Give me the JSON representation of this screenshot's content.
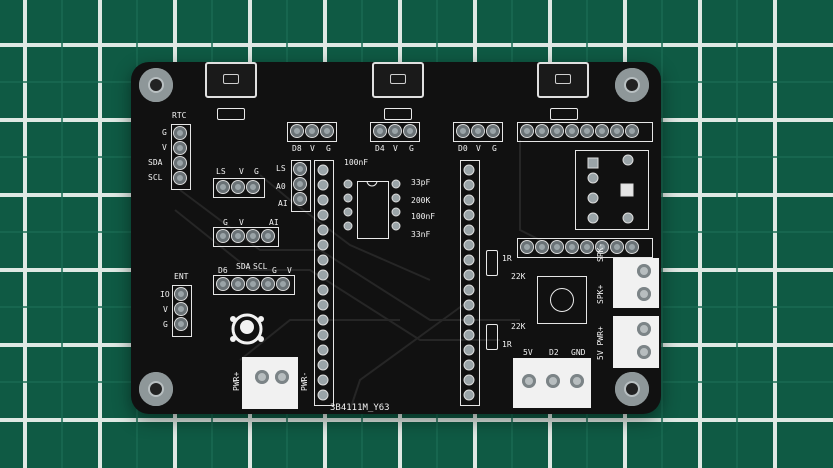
{
  "labels": {
    "rtc": "RTC",
    "rtc_g": "G",
    "rtc_v": "V",
    "rtc_sda": "SDA",
    "rtc_scl": "SCL",
    "ls_a": "LS",
    "ls_v": "V",
    "ls_g": "G",
    "ls_b": "LS",
    "a0": "A0",
    "ai": "AI",
    "g": "G",
    "v": "V",
    "ai2": "AI",
    "d6": "D6",
    "sda": "SDA",
    "scl": "SCL",
    "d8": "D8",
    "d4": "D4",
    "d0": "D0",
    "cap1": "100nF",
    "cap2": "33pF",
    "res1": "200K",
    "cap3": "100nF",
    "cap4": "33nF",
    "res_1r": "1R",
    "res_22k_a": "22K",
    "res_22k_b": "22K",
    "res_1r_b": "1R",
    "ent": "ENT",
    "ent_io": "IO",
    "ent_v": "V",
    "ent_g": "G",
    "pwr_plus": "PWR+",
    "pwr_minus": "PWR-",
    "spk_minus": "SPK-",
    "spk_plus": "SPK+",
    "power_5v": "5V",
    "power_d2": "D2",
    "power_gnd": "GND",
    "spk_pwr_5v": "5V PWR+",
    "bottom_code": "3B4111M_Y63"
  }
}
